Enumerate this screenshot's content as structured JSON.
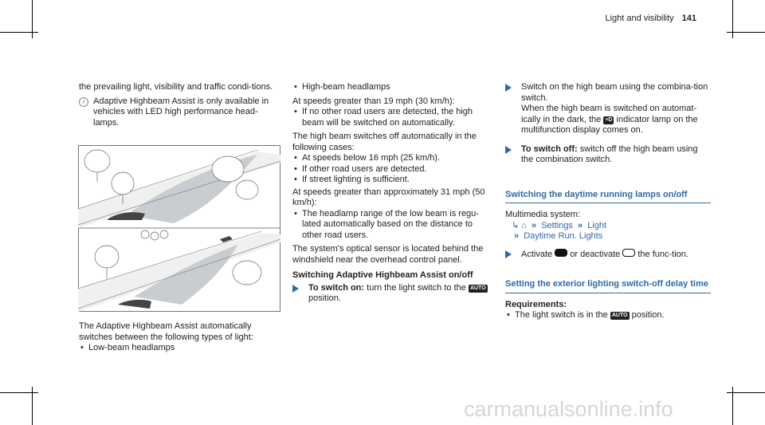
{
  "header": {
    "section": "Light and visibility",
    "page": "141"
  },
  "col1": {
    "intro": "the prevailing light, visibility and traffic condi-tions.",
    "note": "Adaptive Highbeam Assist is only available in vehicles with LED high performance head-lamps.",
    "caption": "The Adaptive Highbeam Assist automatically switches between the following types of light:",
    "bullets": [
      "Low-beam headlamps"
    ]
  },
  "col2": {
    "bullet_top": "High-beam headlamps",
    "speed_high": "At speeds greater than 19 mph (30 km/h):",
    "speed_high_items": [
      "If no other road users are detected, the high beam will be switched on automatically."
    ],
    "off_text": "The high beam switches off automatically in the following cases:",
    "off_items": [
      "At speeds below 16 mph (25 km/h).",
      "If other road users are detected.",
      "If street lighting is sufficient."
    ],
    "speed_approx": "At speeds greater than approximately 31 mph (50 km/h):",
    "speed_approx_items": [
      "The headlamp range of the low beam is regu-lated automatically based on the distance to other road users."
    ],
    "sensor": "The system's optical sensor is located behind the windshield near the overhead control panel.",
    "subhead": "Switching Adaptive Highbeam Assist on/off",
    "switch_on_label": "To switch on:",
    "switch_on_text1": "turn the light switch to the",
    "switch_on_text2": "position.",
    "auto_icon": "AUTO"
  },
  "col3": {
    "step1_a": "Switch on the high beam using the combina-tion switch.",
    "step1_b1": "When the high beam is switched on automat-ically in the dark, the",
    "step1_b2": "indicator lamp on the multifunction display comes on.",
    "switch_off_label": "To switch off:",
    "switch_off_text": "switch off the high beam using the combination switch.",
    "drl_title": "Switching the daytime running lamps on/off",
    "multimedia": "Multimedia system:",
    "path_home": "⌂",
    "path": [
      "Settings",
      "Light"
    ],
    "path2": "Daytime Run. Lights",
    "activate_a": "Activate",
    "activate_b": "or deactivate",
    "activate_c": "the func-tion.",
    "ext_title": "Setting the exterior lighting switch-off delay time",
    "req_label": "Requirements:",
    "req_a": "The light switch is in the",
    "req_b": "position.",
    "auto_icon": "AUTO"
  },
  "colors": {
    "accent": "#2e6aa6",
    "text": "#222222",
    "beam": "#c8cdd2"
  },
  "watermark": "carmanualsonline.info"
}
